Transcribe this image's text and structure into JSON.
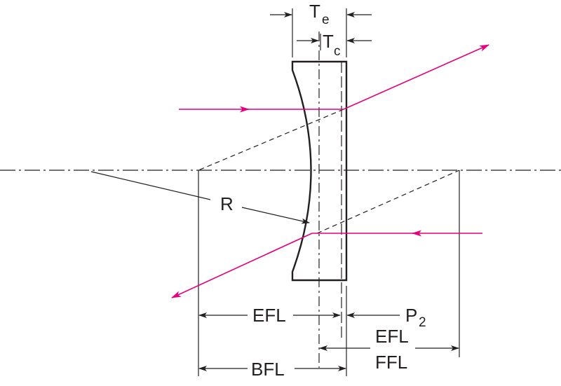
{
  "colors": {
    "ray": "#e6007e",
    "line": "#231f20",
    "background": "#ffffff"
  },
  "labels": {
    "te_main": "T",
    "te_sub": "e",
    "tc_main": "T",
    "tc_sub": "c",
    "radius": "R",
    "efl_front": "EFL",
    "p2_main": "P",
    "p2_sub": "2",
    "efl_back": "EFL",
    "ffl": "FFL",
    "bfl": "BFL"
  }
}
